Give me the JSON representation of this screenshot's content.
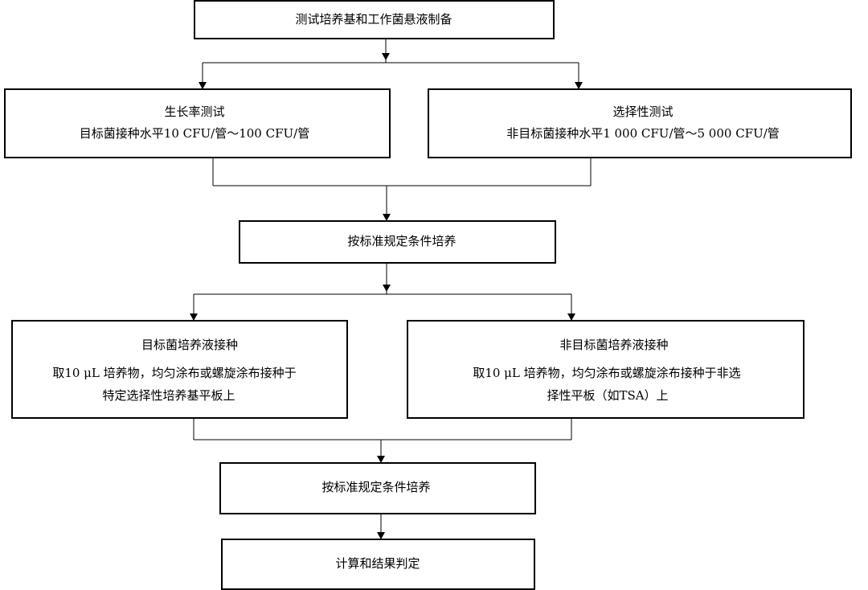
{
  "steps": {
    "prepare": {
      "label": "测试培养基和工作菌悬液制备"
    },
    "growth": {
      "title": "生长率测试",
      "detail": "目标菌接种水平10 CFU/管～100 CFU/管"
    },
    "selectivity": {
      "title": "选择性测试",
      "detail": "非目标菌接种水平1 000 CFU/管～5 000 CFU/管"
    },
    "incubate_1": {
      "label": "按标准规定条件培养"
    },
    "target_inoculation": {
      "title": "目标菌培养液接种",
      "line1": "取10 μL 培养物，均匀涂布或螺旋涂布接种于",
      "line2": "特定选择性培养基平板上"
    },
    "nontarget_inoculation": {
      "title": "非目标菌培养液接种",
      "line1": "取10 μL 培养物，均匀涂布或螺旋涂布接种于非选",
      "line2": "择性平板（如TSA）上"
    },
    "incubate_2": {
      "label": "按标准规定条件培养"
    },
    "result": {
      "label": "计算和结果判定"
    }
  }
}
